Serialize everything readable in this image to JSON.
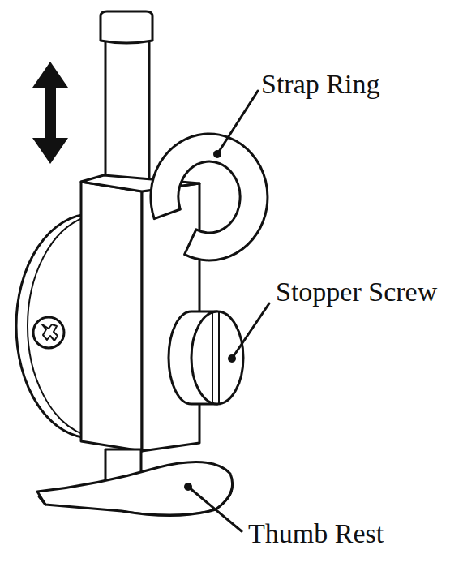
{
  "diagram": {
    "labels": [
      "Strap Ring",
      "Stopper Screw",
      "Thumb Rest"
    ]
  }
}
